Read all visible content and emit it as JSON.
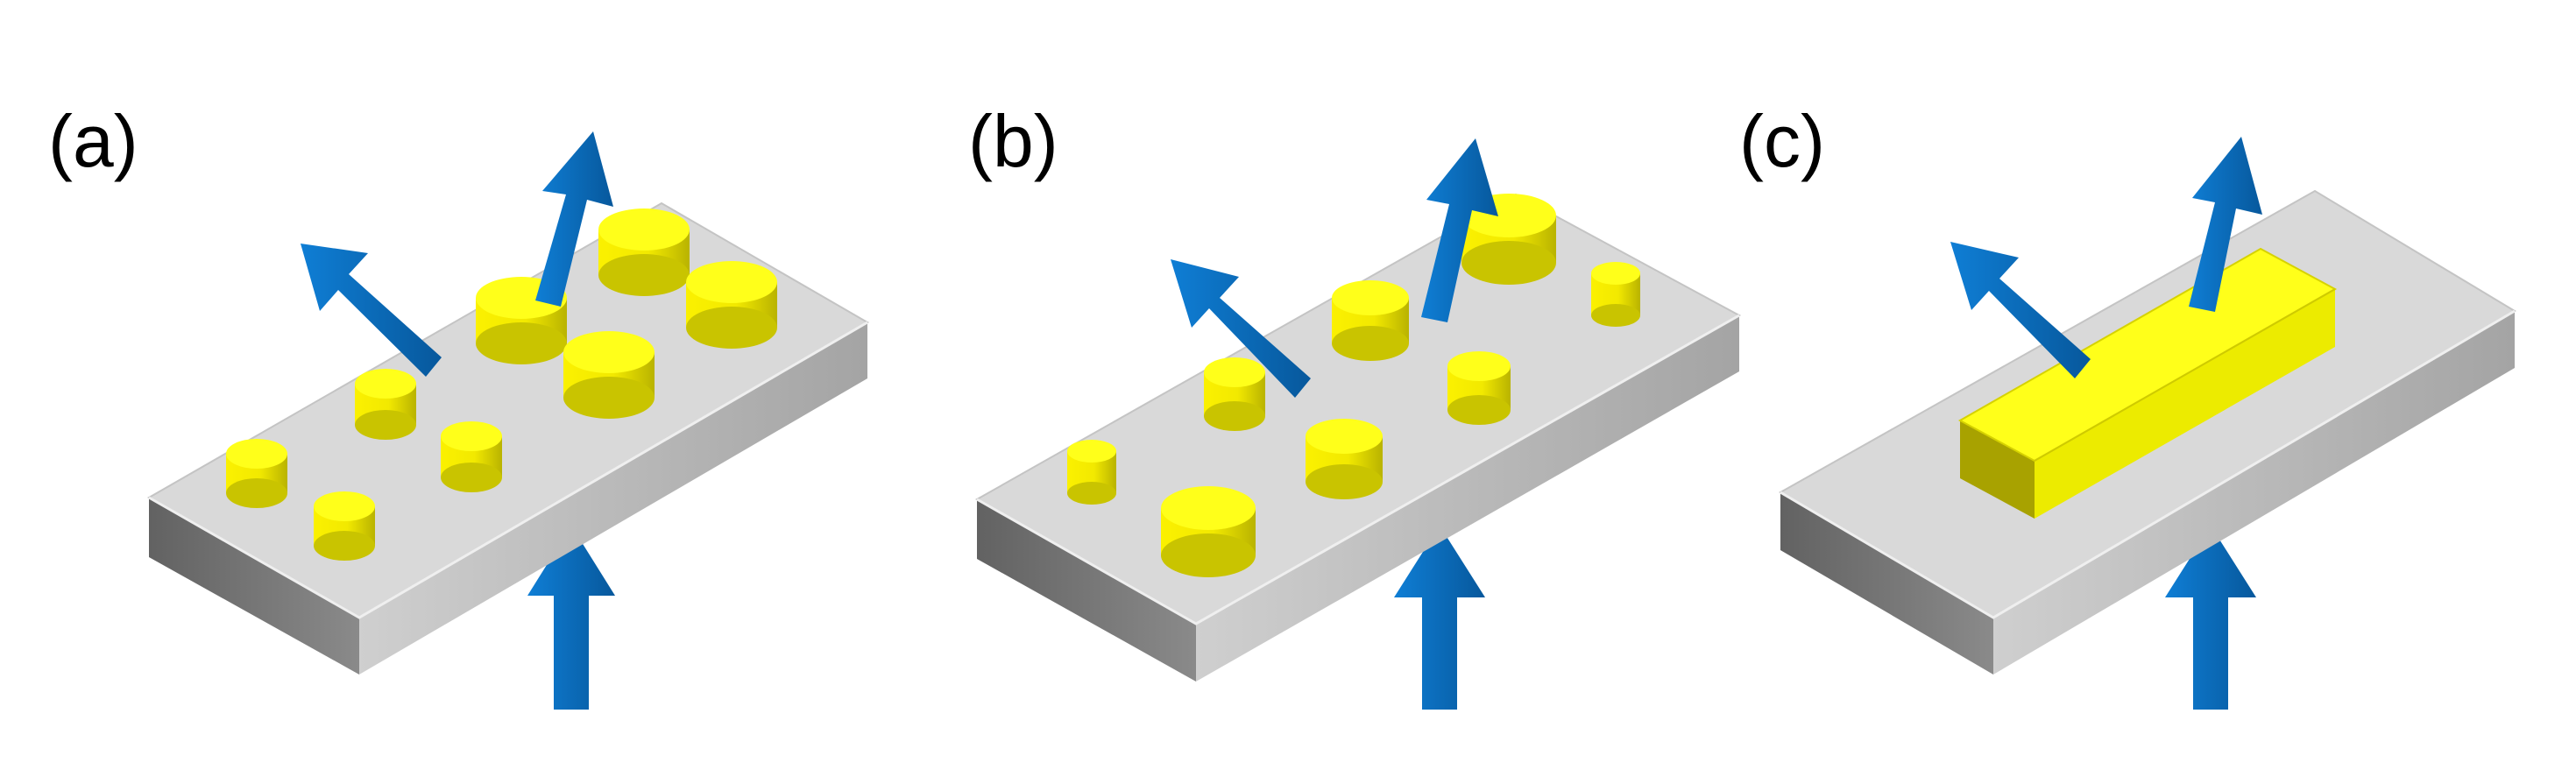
{
  "panels": [
    {
      "label": "(a)"
    },
    {
      "label": "(b)"
    },
    {
      "label": "(c)"
    }
  ],
  "colors": {
    "background": "#ffffff",
    "substrate_top": "#d8d8d8",
    "substrate_front": "#b5b5b5",
    "substrate_side": "#7a7a7a",
    "feature_top": "#ffff00",
    "feature_side": "#e3e000",
    "feature_dark": "#b8b400",
    "arrow": "#0a6fc2",
    "arrow_dark": "#08569a"
  },
  "icons": {
    "incident_arrow": "up-arrow",
    "scattered_arrow": "diagonal-arrow"
  }
}
